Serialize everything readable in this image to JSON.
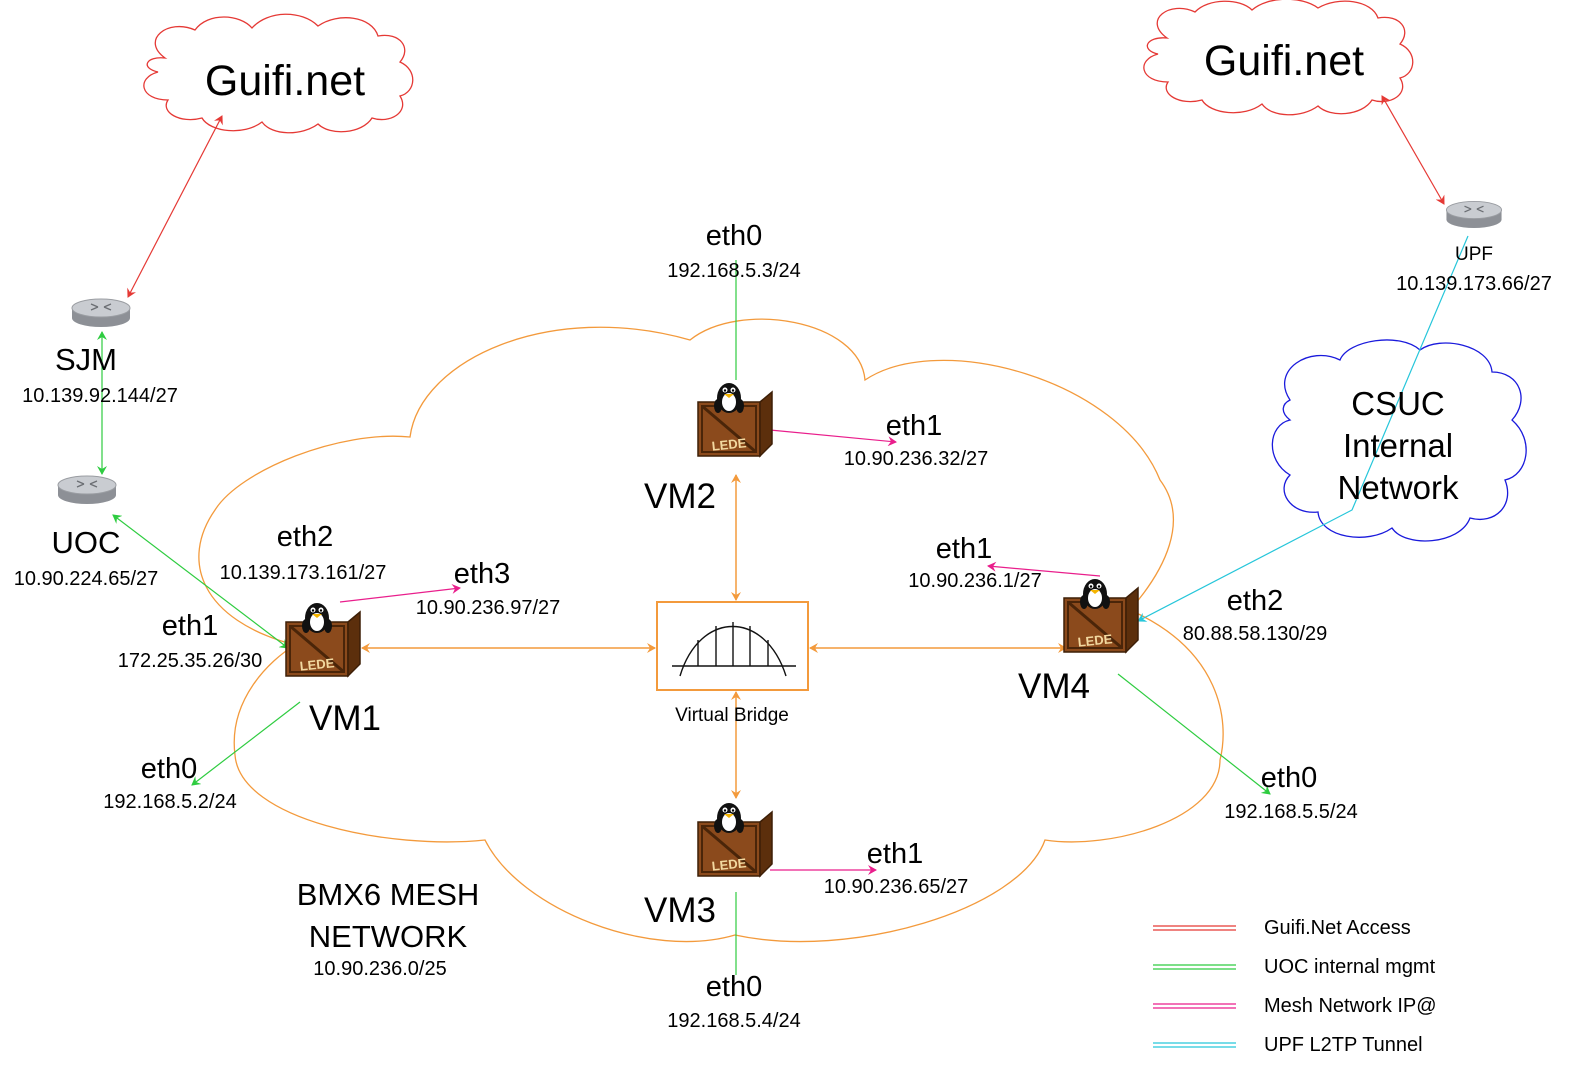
{
  "clouds": {
    "guifi_left": "Guifi.net",
    "guifi_right": "Guifi.net",
    "csuc_line1": "CSUC",
    "csuc_line2": "Internal",
    "csuc_line3": "Network"
  },
  "routers": {
    "sjm": {
      "name": "SJM",
      "ip": "10.139.92.144/27"
    },
    "uoc": {
      "name": "UOC",
      "ip": "10.90.224.65/27"
    },
    "upf": {
      "name": "UPF",
      "ip": "10.139.173.66/27"
    }
  },
  "vms": {
    "vm1": {
      "name": "VM1",
      "eth0": {
        "label": "eth0",
        "ip": "192.168.5.2/24"
      },
      "eth1": {
        "label": "eth1",
        "ip": "172.25.35.26/30"
      },
      "eth2": {
        "label": "eth2",
        "ip": "10.139.173.161/27"
      },
      "eth3": {
        "label": "eth3",
        "ip": "10.90.236.97/27"
      }
    },
    "vm2": {
      "name": "VM2",
      "eth0": {
        "label": "eth0",
        "ip": "192.168.5.3/24"
      },
      "eth1": {
        "label": "eth1",
        "ip": "10.90.236.32/27"
      }
    },
    "vm3": {
      "name": "VM3",
      "eth0": {
        "label": "eth0",
        "ip": "192.168.5.4/24"
      },
      "eth1": {
        "label": "eth1",
        "ip": "10.90.236.65/27"
      }
    },
    "vm4": {
      "name": "VM4",
      "eth0": {
        "label": "eth0",
        "ip": "192.168.5.5/24"
      },
      "eth1": {
        "label": "eth1",
        "ip": "10.90.236.1/27"
      },
      "eth2": {
        "label": "eth2",
        "ip": "80.88.58.130/29"
      }
    }
  },
  "lede_logo_text": "LEDE",
  "bridge": {
    "label": "Virtual Bridge"
  },
  "mesh": {
    "line1": "BMX6 MESH",
    "line2": "NETWORK",
    "ip": "10.90.236.0/25"
  },
  "legend": [
    {
      "label": "Guifi.Net Access",
      "color": "#e53935"
    },
    {
      "label": "UOC internal mgmt",
      "color": "#2ecc40"
    },
    {
      "label": "Mesh Network IP@",
      "color": "#e91e8c"
    },
    {
      "label": "UPF L2TP Tunnel",
      "color": "#26c6da"
    }
  ],
  "colors": {
    "guifi": "#e53935",
    "mgmt": "#2ecc40",
    "mesh": "#e91e8c",
    "tunnel": "#26c6da",
    "bridge": "#f39a3c",
    "csuc": "#1a1adc"
  }
}
